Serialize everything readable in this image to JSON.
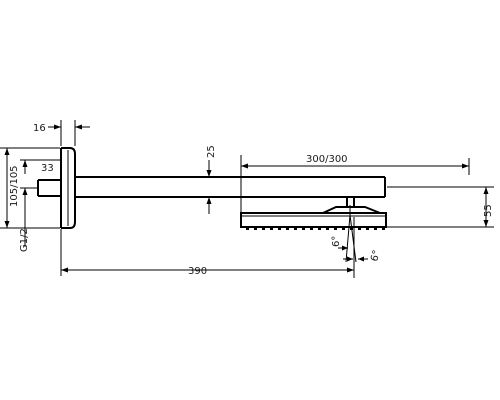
{
  "dimensions": {
    "flange_thickness": "16",
    "inlet_offset": "33",
    "flange_size": "105/105",
    "thread": "G1/2",
    "arm_height": "25",
    "head_size": "300/300",
    "head_height": "55",
    "arm_length": "390",
    "tilt_front": "6°",
    "tilt_back": "6°"
  }
}
